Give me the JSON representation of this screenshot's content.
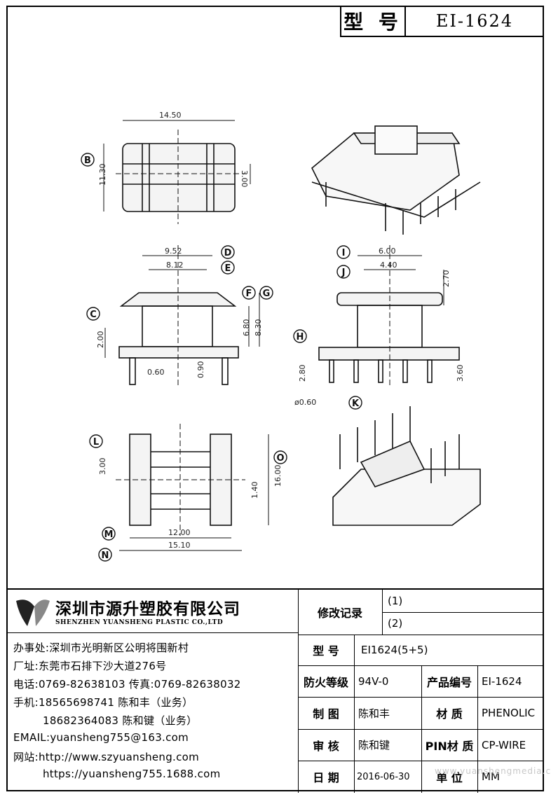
{
  "header": {
    "model_label": "型 号",
    "model_value": "EI-1624"
  },
  "drawing": {
    "top_view": {
      "width": "14.50",
      "height": "11.30",
      "inner": "3.00",
      "label_b": "B"
    },
    "front_view": {
      "d": "9.52",
      "e": "8.12",
      "f_g": "6.80",
      "g": "8.30",
      "c": "2.00",
      "pin_d": "0.60",
      "pin_gap": "0.90",
      "lbl_d": "D",
      "lbl_e": "E",
      "lbl_f": "F",
      "lbl_g": "G",
      "lbl_c": "C"
    },
    "side_view": {
      "i": "6.00",
      "j": "4.40",
      "top": "2.70",
      "pin_len": "2.80",
      "pin_len2": "3.60",
      "pin_dia": "ø0.60",
      "lbl_i": "I",
      "lbl_j": "J",
      "lbl_h": "H",
      "lbl_k": "K"
    },
    "bottom_view": {
      "l": "3.00",
      "o": "16.00",
      "p": "1.40",
      "m": "12.00",
      "n": "15.10",
      "lbl_l": "L",
      "lbl_o": "O",
      "lbl_m": "M",
      "lbl_n": "N"
    }
  },
  "company": {
    "name_cn": "深圳市源升塑胶有限公司",
    "name_en": "SHENZHEN YUANSHENG PLASTIC CO.,LTD",
    "office": "办事处:深圳市光明新区公明将围新村",
    "factory": "厂址:东莞市石排下沙大道276号",
    "phone": "电话:0769-82638103 传真:0769-82638032",
    "mobile1": "手机:18565698741 陈和丰（业务）",
    "mobile2": "18682364083 陈和键（业务）",
    "email": "EMAIL:yuansheng755@163.com",
    "web1": "网站:http://www.szyuansheng.com",
    "web2": "https://yuansheng755.1688.com"
  },
  "revision": {
    "label": "修改记录",
    "r1": "(1)",
    "r2": "(2)"
  },
  "spec": {
    "model_label": "型 号",
    "model_value": "EI1624(5+5)",
    "fire_label": "防火等级",
    "fire_value": "94V-0",
    "product_no_label": "产品编号",
    "product_no_value": "EI-1624",
    "drawn_label": "制 图",
    "drawn_value": "陈和丰",
    "material_label": "材 质",
    "material_value": "PHENOLIC",
    "review_label": "审 核",
    "review_value": "陈和键",
    "pin_material_label": "PIN材 质",
    "pin_material_value": "CP-WIRE",
    "date_label": "日 期",
    "date_value": "2016-06-30",
    "unit_label": "单 位",
    "unit_value": "MM"
  },
  "watermark": "www.yuanshengmedia.com"
}
